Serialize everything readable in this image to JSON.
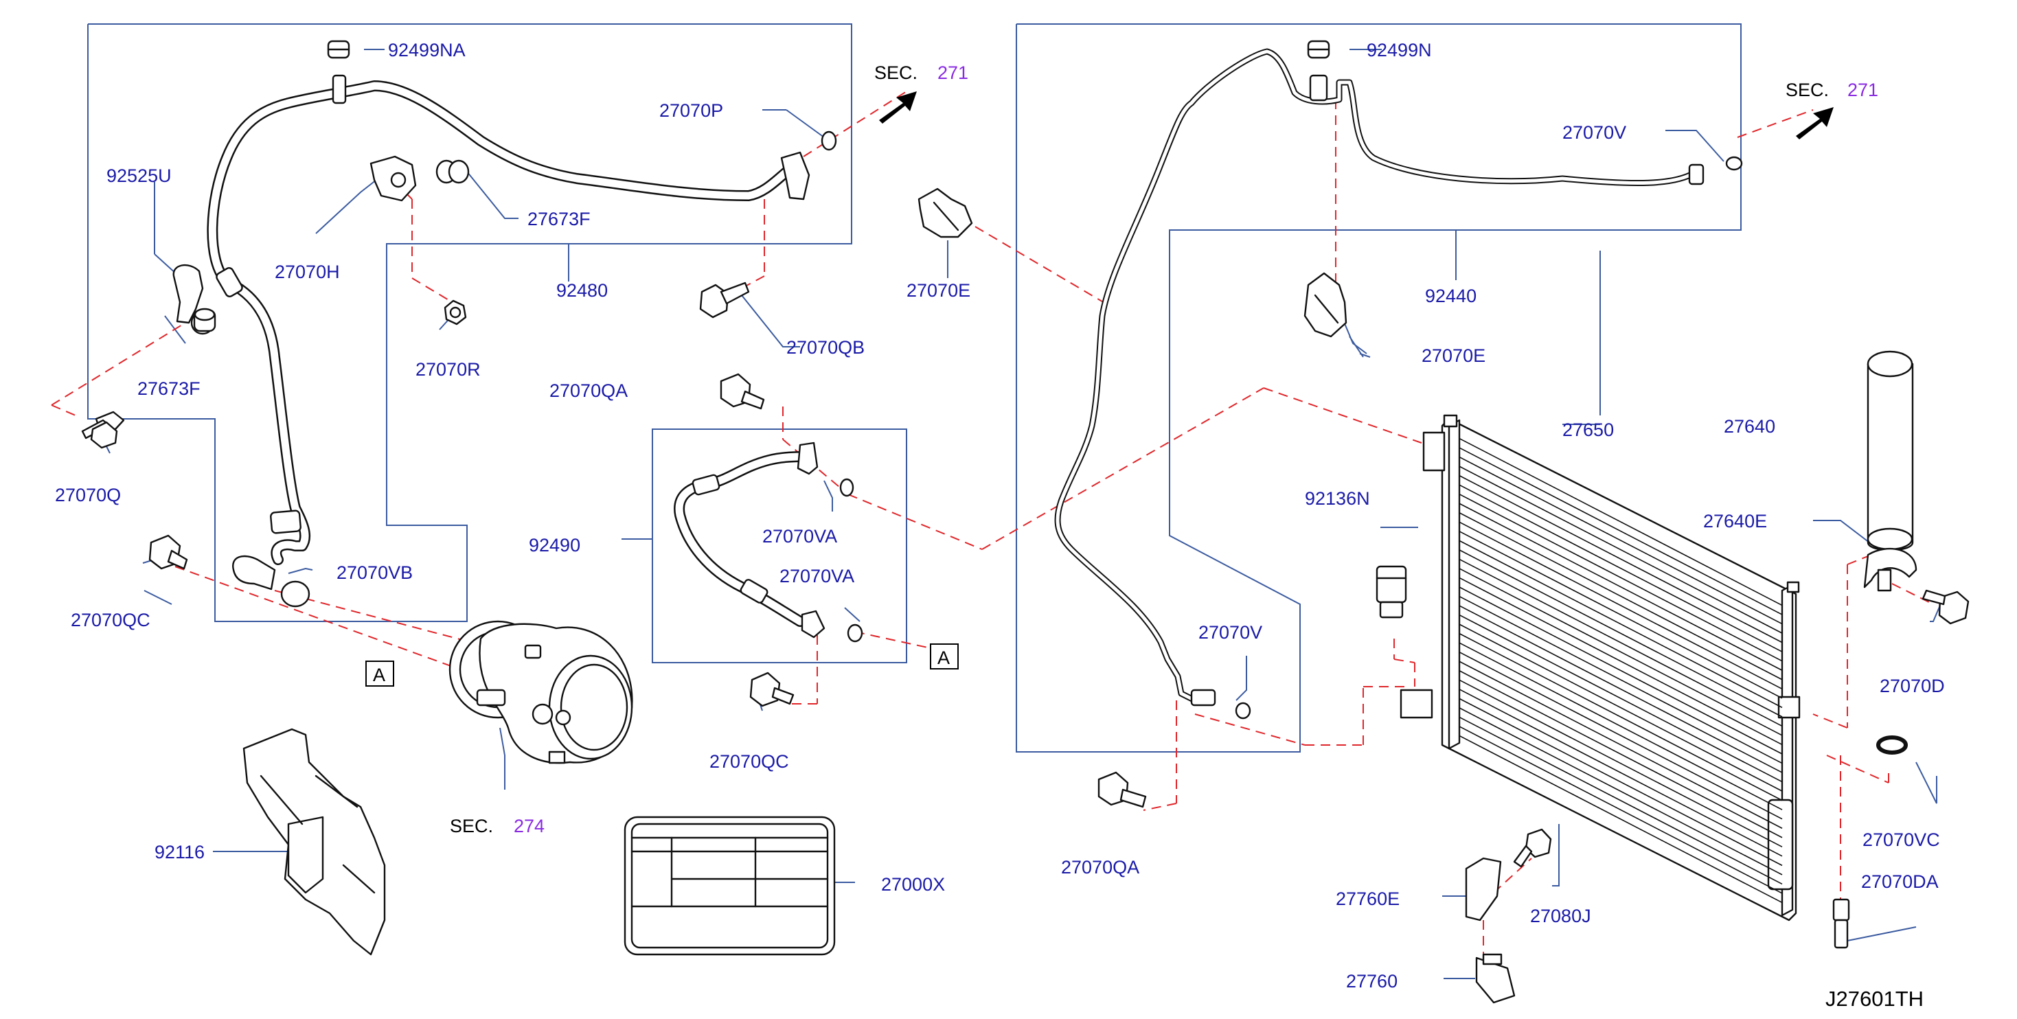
{
  "diagram_code": "J27601TH",
  "sec_labels": {
    "sec1": {
      "prefix": "SEC.",
      "number": "271"
    },
    "sec2": {
      "prefix": "SEC.",
      "number": "271"
    },
    "sec3": {
      "prefix": "SEC.",
      "number": "274"
    }
  },
  "view_markers": {
    "a1": "A",
    "a2": "A"
  },
  "parts": {
    "p92499NA": "92499NA",
    "p92525U": "92525U",
    "p27070P": "27070P",
    "p27070H": "27070H",
    "p27673F_a": "27673F",
    "p92480": "92480",
    "p27673F_b": "27673F",
    "p27070R": "27070R",
    "p27070QB": "27070QB",
    "p27070Q": "27070Q",
    "p27070QA_a": "27070QA",
    "p27070VB": "27070VB",
    "p27070QC_a": "27070QC",
    "p92490": "92490",
    "p27070VA_a": "27070VA",
    "p27070VA_b": "27070VA",
    "p27070QC_b": "27070QC",
    "p92116": "92116",
    "p27000X": "27000X",
    "p27070E_a": "27070E",
    "p92499N": "92499N",
    "p27070V_a": "27070V",
    "p92440": "92440",
    "p27070E_b": "27070E",
    "p27650": "27650",
    "p27640": "27640",
    "p92136N": "92136N",
    "p27640E": "27640E",
    "p27070V_b": "27070V",
    "p27070D": "27070D",
    "p27070QA_b": "27070QA",
    "p27070VC": "27070VC",
    "p27760E": "27760E",
    "p27080J": "27080J",
    "p27070DA": "27070DA",
    "p27760": "27760"
  }
}
